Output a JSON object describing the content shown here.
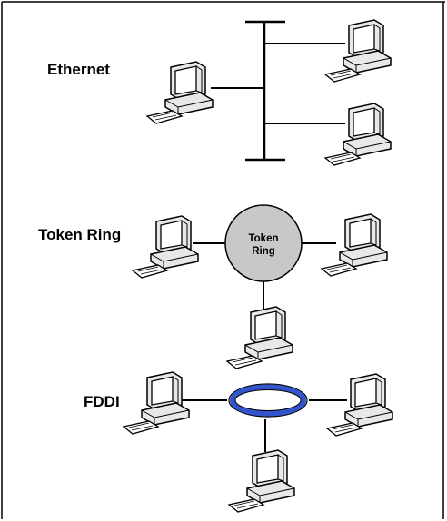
{
  "labels": {
    "ethernet": "Ethernet",
    "token_ring": "Token Ring",
    "fddi": "FDDI"
  },
  "token_ring_node": {
    "line1": "Token",
    "line2": "Ring"
  },
  "colors": {
    "token_ring_fill": "#c8c8c8",
    "fddi_ring": "#3355cc",
    "monitor_shade": "#e8e8e8",
    "screen": "#ffffff",
    "stroke": "#000000"
  },
  "icons": [
    "computer-icon"
  ]
}
